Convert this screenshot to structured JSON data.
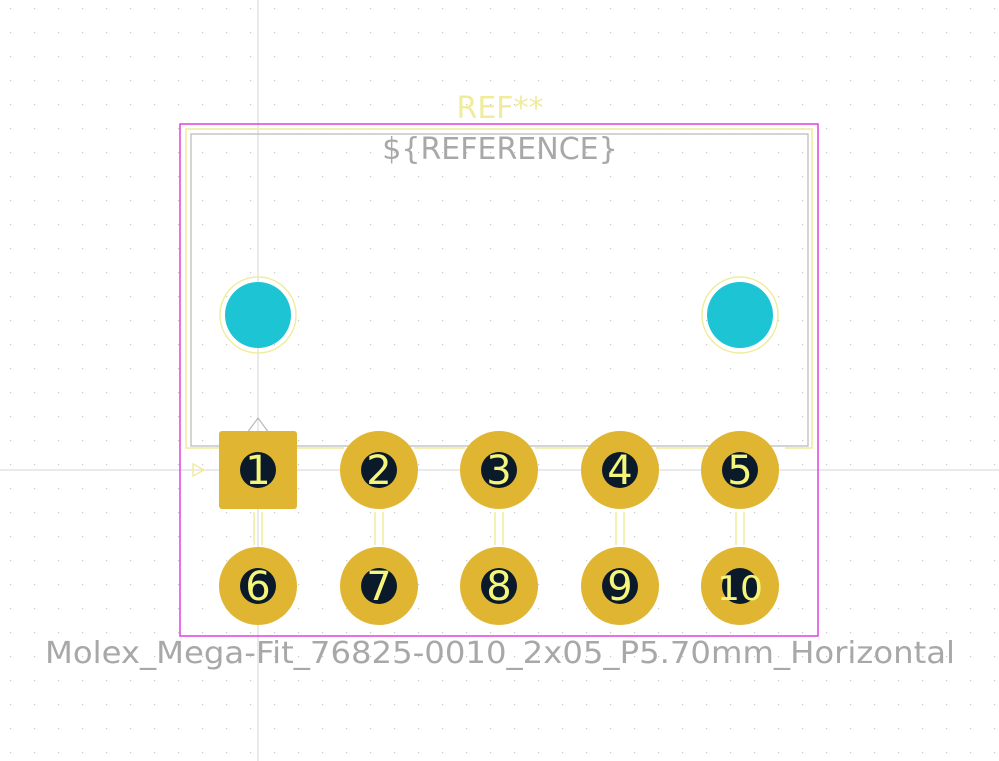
{
  "footprint": {
    "ref_label": "REF**",
    "reference_field": "${REFERENCE}",
    "value_label": "Molex_Mega-Fit_76825-0010_2x05_P5.70mm_Horizontal",
    "pin_count": 10,
    "pins_top_row": [
      "1",
      "2",
      "3",
      "4",
      "5"
    ],
    "pins_bottom_row": [
      "6",
      "7",
      "8",
      "9",
      "10"
    ],
    "pin1_shape": "square",
    "mounting_holes": 2,
    "pin1_marker_icon": "triangle-right-icon"
  },
  "colors": {
    "background": "#ffffff",
    "grid_dot": "#c8c8c8",
    "crosshair": "#d2d2d2",
    "courtyard": "#e040e0",
    "silkscreen": "#f0ec9c",
    "fab_outline": "#b8b8b8",
    "pad_copper": "#e0b531",
    "pad_drill": "#0a1a2a",
    "pad_number": "#f5f57a",
    "npth_hole": "#1cc4d4",
    "ref_text": "#f0ec9c",
    "value_text": "#a8a8a8"
  }
}
